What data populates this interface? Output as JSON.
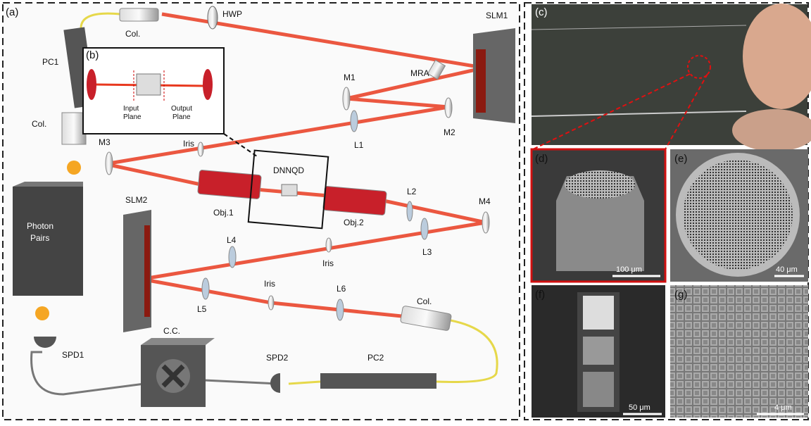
{
  "panel_a": {
    "label": "(a)",
    "col_top": "Col.",
    "hwp": "HWP",
    "slm1": "SLM1",
    "pc1": "PC1",
    "mra": "MRA",
    "m1": "M1",
    "m2": "M2",
    "l1": "L1",
    "col_left": "Col.",
    "m3": "M3",
    "iris1": "Iris",
    "dnnqd": "DNNQD",
    "obj1": "Obj.1",
    "obj2": "Obj.2",
    "l2": "L2",
    "m4": "M4",
    "l3": "L3",
    "photon_pairs_1": "Photon",
    "photon_pairs_2": "Pairs",
    "slm2": "SLM2",
    "l4": "L4",
    "iris2": "Iris",
    "l5": "L5",
    "iris3": "Iris",
    "l6": "L6",
    "col_right": "Col.",
    "spd1": "SPD1",
    "cc": "C.C.",
    "spd2": "SPD2",
    "pc2": "PC2"
  },
  "panel_b": {
    "label": "(b)",
    "input_1": "Input",
    "input_2": "Plane",
    "output_1": "Output",
    "output_2": "Plane"
  },
  "panel_c": {
    "label": "(c)"
  },
  "panel_d": {
    "label": "(d)",
    "scale": "100 μm"
  },
  "panel_e": {
    "label": "(e)",
    "scale": "40 μm"
  },
  "panel_f": {
    "label": "(f)",
    "scale": "50 μm"
  },
  "panel_g": {
    "label": "(g)",
    "scale": "4 μm"
  },
  "colors": {
    "beam": "#e8391f",
    "fiber": "#e6d84a",
    "frame": "#222222"
  }
}
